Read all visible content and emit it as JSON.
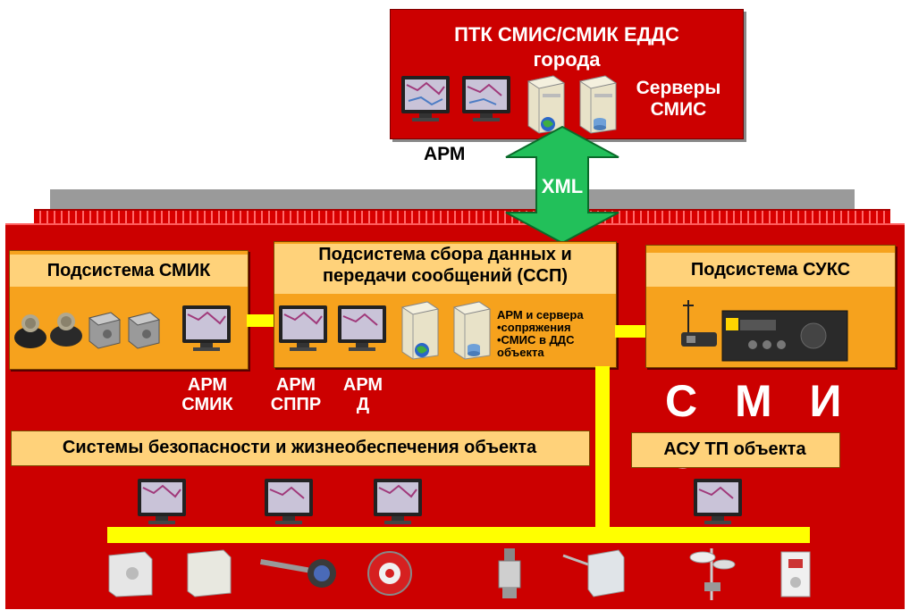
{
  "top_box": {
    "title_line1": "ПТК СМИС/СМИК  ЕДДС",
    "title_line2": "города",
    "servers_label_line1": "Серверы",
    "servers_label_line2": "СМИС"
  },
  "arm_top": "АРМ",
  "xml_label": "XML",
  "subsystems": {
    "smik": {
      "title": "Подсистема СМИК"
    },
    "ssp": {
      "title_line1": "Подсистема сбора данных и",
      "title_line2": "передачи сообщений (ССП)",
      "note_line1": "АРМ и сервера",
      "note_line2": "•сопряжения",
      "note_line3": "•СМИС в ДДС",
      "note_line4": "объекта"
    },
    "suks": {
      "title": "Подсистема СУКС"
    }
  },
  "arm_labels": [
    {
      "line1": "АРМ",
      "line2": "СМИК"
    },
    {
      "line1": "АРМ",
      "line2": "СППР"
    },
    {
      "line1": "АРМ",
      "line2": "Д"
    }
  ],
  "smis_label": "С М И С",
  "security_systems": "Системы безопасности и жизнеобеспечения объекта",
  "asu_tp": "АСУ ТП объекта",
  "icons": [
    "monitor-icon",
    "server-icon",
    "globe-icon",
    "sensor-icon",
    "radio-icon",
    "antenna-icon",
    "detector-icon",
    "siren-icon",
    "camera-icon"
  ],
  "colors": {
    "red": "#cc0000",
    "orange": "#f6a21d",
    "yellow": "#ffff00",
    "green_arrow": "#22c05a"
  }
}
